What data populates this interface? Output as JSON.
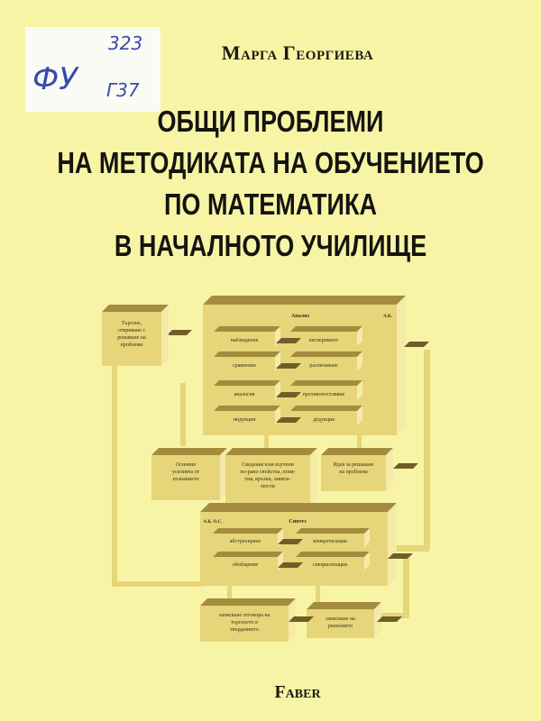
{
  "library_sticker": {
    "mark": "ФУ",
    "number_top": "323",
    "number_bottom": "Г37"
  },
  "author": "Марга Георгиева",
  "title_lines": [
    "ОБЩИ ПРОБЛЕМИ",
    "НА МЕТОДИКАТА НА ОБУЧЕНИЕТО",
    "ПО МАТЕМАТИКА",
    "В НАЧАЛНОТО УЧИЛИЩЕ"
  ],
  "diagram": {
    "colors": {
      "box": "#e6d579",
      "top": "#a48c3e",
      "side": "#f4eba8",
      "arrow": "#6e5e28"
    },
    "analysis": {
      "label": "Анализ",
      "corner": "А.К.",
      "pairs": [
        [
          "наблюдение",
          "експеримент"
        ],
        [
          "сравнение",
          "различаване"
        ],
        [
          "аналогия",
          "противопоставяне"
        ],
        [
          "индукция",
          "дедукция"
        ]
      ]
    },
    "left_box": [
      "Търсене,",
      "откриване с",
      "решаване на",
      "проблеми"
    ],
    "middle_boxes": [
      [
        "Основни",
        "усилията от",
        "познанието"
      ],
      [
        "Сведение към изучени",
        "по-рано свойства, поня-",
        "тия, връзки, зависи-",
        "мости"
      ],
      [
        "Идея за решаване",
        "на проблема"
      ]
    ],
    "synthesis": {
      "label": "Синтез",
      "corner": "А.К. О.С.",
      "pairs": [
        [
          "абстрахиране",
          "конкретизация"
        ],
        [
          "обобщение",
          "специализация"
        ]
      ]
    },
    "bottom_boxes": [
      [
        "записване отговора на",
        "търсенето в",
        "твърдението"
      ],
      [
        "записване на",
        "решението"
      ]
    ]
  },
  "publisher": "Faber"
}
